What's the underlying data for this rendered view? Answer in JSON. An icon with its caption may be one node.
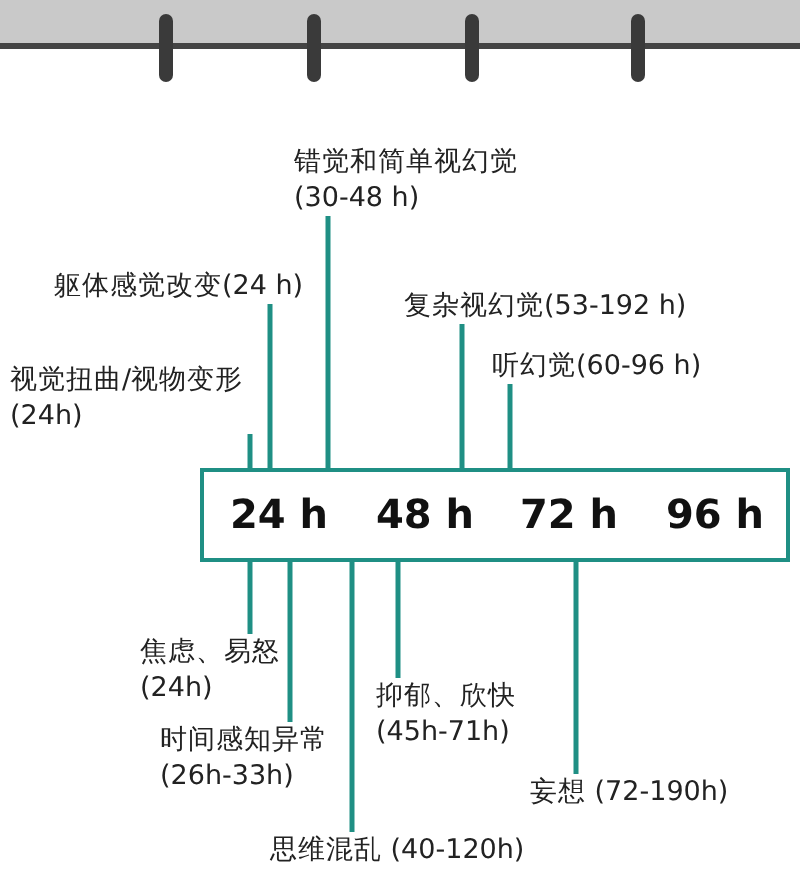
{
  "diagram": {
    "nodes": [
      {
        "text": [
          "24 h",
          "48 h",
          "72 h",
          "96 h"
        ]
      },
      {
        "text": [
          "错觉和简单视幻觉 (30-48 h)"
        ]
      },
      {
        "text": [
          "躯体感觉改变(24 h)"
        ]
      },
      {
        "text": [
          "视觉扭曲/视物变形 (24h)"
        ]
      },
      {
        "text": [
          "复杂视幻觉(53-192 h)"
        ]
      },
      {
        "text": [
          "听幻觉(60-96 h)"
        ]
      },
      {
        "text": [
          "焦虑、易怒 (24h)"
        ]
      },
      {
        "text": [
          "时间感知异常 (26h-33h)"
        ]
      },
      {
        "text": [
          "思维混乱 (40-120h)"
        ]
      },
      {
        "text": [
          "抑郁、欣快 (45h-71h)"
        ]
      },
      {
        "text": [
          "妄想 (72-190h)"
        ]
      }
    ],
    "edges": [
      {
        "from": 1,
        "to": 0,
        "arrow": "none"
      },
      {
        "from": 2,
        "to": 0,
        "arrow": "none"
      },
      {
        "from": 3,
        "to": 0,
        "arrow": "none"
      },
      {
        "from": 4,
        "to": 0,
        "arrow": "none"
      },
      {
        "from": 5,
        "to": 0,
        "arrow": "none"
      },
      {
        "from": 6,
        "to": 0,
        "arrow": "none"
      },
      {
        "from": 7,
        "to": 0,
        "arrow": "none"
      },
      {
        "from": 8,
        "to": 0,
        "arrow": "none"
      },
      {
        "from": 9,
        "to": 0,
        "arrow": "none"
      },
      {
        "from": 10,
        "to": 0,
        "arrow": "none"
      }
    ]
  }
}
